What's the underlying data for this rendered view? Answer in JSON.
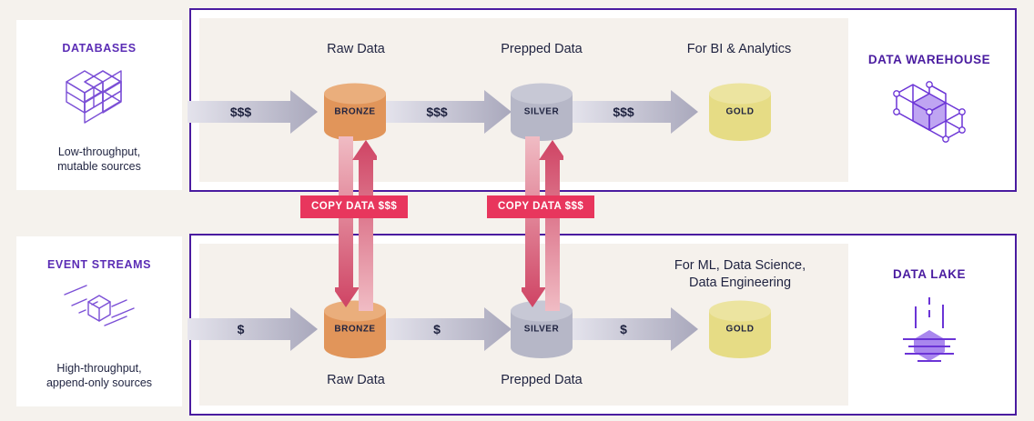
{
  "page": {
    "background": "#f5f2ed",
    "accent_purple": "#4a1ca0",
    "accent_pink": "#e8365d"
  },
  "sources": [
    {
      "title": "DATABASES",
      "icon": "database-blocks-icon",
      "subtitle_line1": "Low-throughput,",
      "subtitle_line2": "mutable sources"
    },
    {
      "title": "EVENT STREAMS",
      "icon": "event-stream-cube-icon",
      "subtitle_line1": "High-throughput,",
      "subtitle_line2": "append-only sources"
    }
  ],
  "destinations": [
    {
      "title": "DATA WAREHOUSE",
      "icon": "data-warehouse-cubes-icon"
    },
    {
      "title": "DATA LAKE",
      "icon": "data-lake-icon"
    }
  ],
  "pipelines": [
    {
      "name": "warehouse-pipeline",
      "caption_position": "above",
      "captions": [
        {
          "text": "Raw Data"
        },
        {
          "text": "Prepped Data"
        },
        {
          "text": "For BI & Analytics"
        }
      ],
      "flows": [
        {
          "money": "$$$"
        },
        {
          "money": "$$$"
        },
        {
          "money": "$$$"
        }
      ],
      "stores": [
        {
          "label": "BRONZE",
          "color": "#e1955a",
          "top": "#eaae7c"
        },
        {
          "label": "SILVER",
          "color": "#b6b7c7",
          "top": "#c7c8d5"
        },
        {
          "label": "GOLD",
          "color": "#e6dc85",
          "top": "#ece4a0"
        }
      ]
    },
    {
      "name": "lake-pipeline",
      "caption_position": "below",
      "captions": [
        {
          "text": "Raw Data"
        },
        {
          "text": "Prepped Data"
        },
        {
          "text": "For ML, Data Science,\nData Engineering"
        }
      ],
      "flows": [
        {
          "money": "$"
        },
        {
          "money": "$"
        },
        {
          "money": "$"
        }
      ],
      "stores": [
        {
          "label": "BRONZE",
          "color": "#e1955a",
          "top": "#eaae7c"
        },
        {
          "label": "SILVER",
          "color": "#b6b7c7",
          "top": "#c7c8d5"
        },
        {
          "label": "GOLD",
          "color": "#e6dc85",
          "top": "#ece4a0"
        }
      ]
    }
  ],
  "copy_links": [
    {
      "label": "COPY DATA $$$"
    },
    {
      "label": "COPY DATA $$$"
    }
  ],
  "ml_caption": {
    "line1": "For ML, Data Science,",
    "line2": "Data Engineering"
  }
}
